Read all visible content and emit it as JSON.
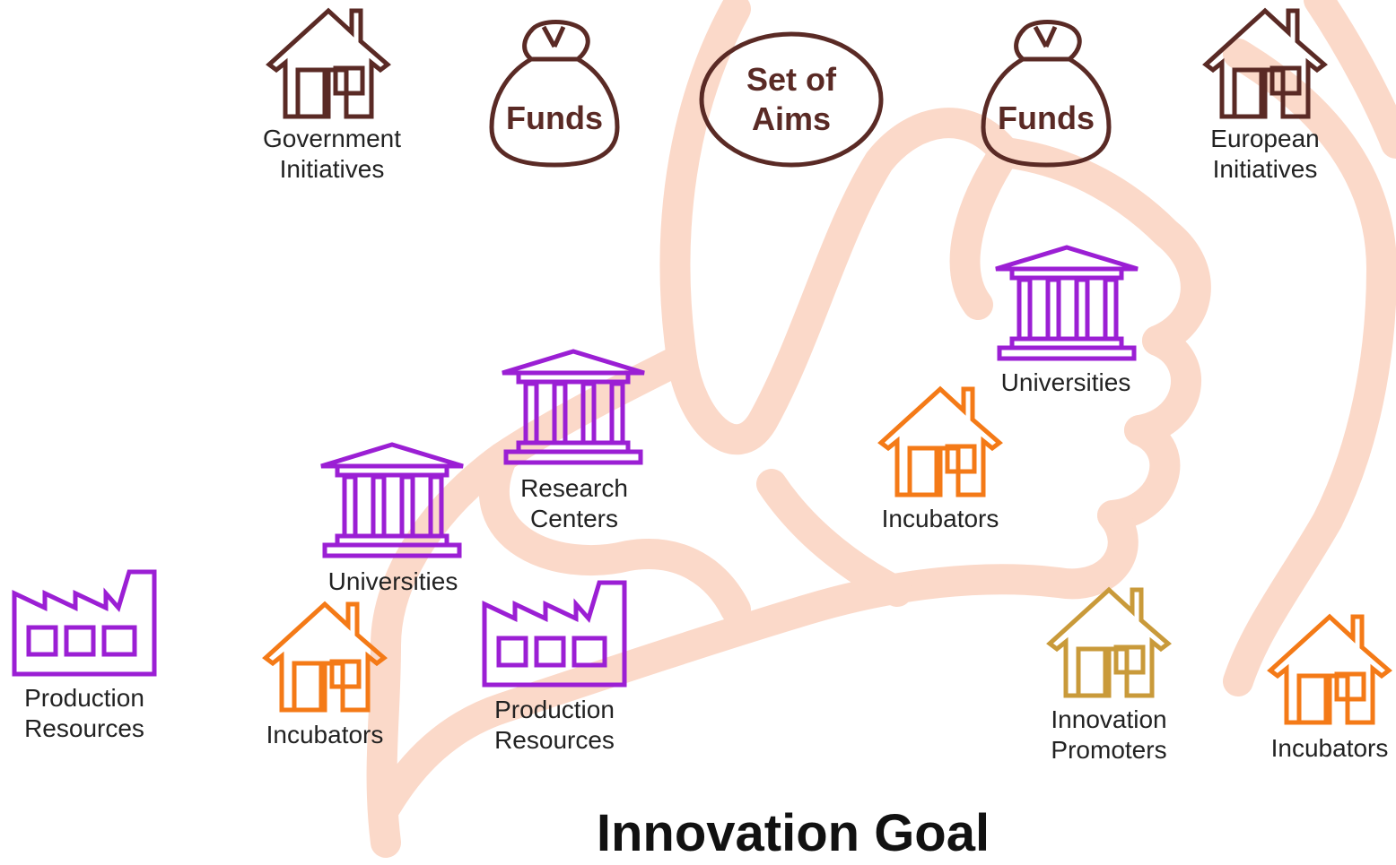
{
  "colors": {
    "brown": "#5a2a25",
    "purple": "#9b1fd4",
    "orange": "#f47a17",
    "gold": "#c99a3a",
    "background_hand": "#fbd9c9"
  },
  "background_icon": "thumbs-up-hand-icon",
  "top_row": {
    "government_initiatives": "Government\nInitiatives",
    "funds_left": "Funds",
    "set_of_aims": "Set of\nAims",
    "funds_right": "Funds",
    "european_initiatives": "European\nInitiatives"
  },
  "nodes": {
    "universities_right": "Universities",
    "incubators_mid_right": "Incubators",
    "research_centers": "Research\nCenters",
    "universities_left": "Universities",
    "production_resources_left": "Production\nResources",
    "incubators_left": "Incubators",
    "production_resources_mid": "Production\nResources",
    "innovation_promoters": "Innovation\nPromoters",
    "incubators_far_right": "Incubators"
  },
  "title": "Innovation Goal"
}
